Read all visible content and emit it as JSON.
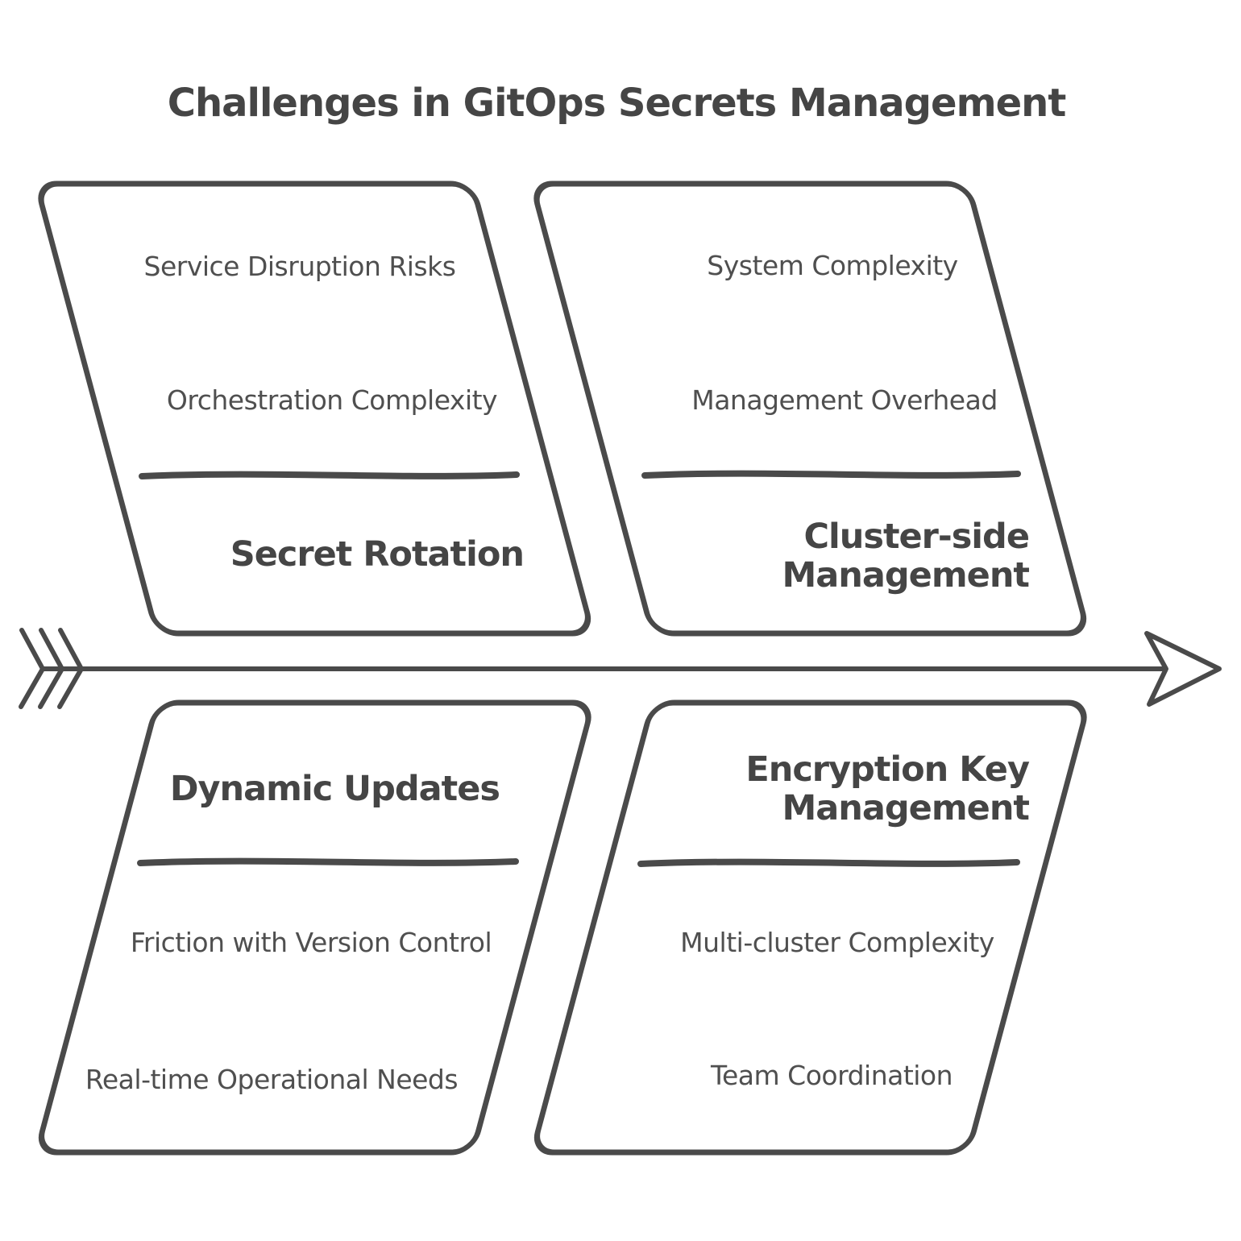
{
  "title": "Challenges in GitOps Secrets Management",
  "diagram": {
    "type": "fishbone",
    "ink_color": "#4a4a4a",
    "background_color": "#ffffff",
    "spine": {
      "direction": "right"
    },
    "branches": [
      {
        "label": "Secret Rotation",
        "position": "top-left",
        "items": [
          "Service Disruption Risks",
          "Orchestration Complexity"
        ]
      },
      {
        "label": "Cluster-side Management",
        "position": "top-right",
        "items": [
          "System Complexity",
          "Management Overhead"
        ]
      },
      {
        "label": "Dynamic Updates",
        "position": "bottom-left",
        "items": [
          "Friction with Version Control",
          "Real-time Operational Needs"
        ]
      },
      {
        "label": "Encryption Key Management",
        "position": "bottom-right",
        "items": [
          "Multi-cluster Complexity",
          "Team Coordination"
        ]
      }
    ]
  }
}
